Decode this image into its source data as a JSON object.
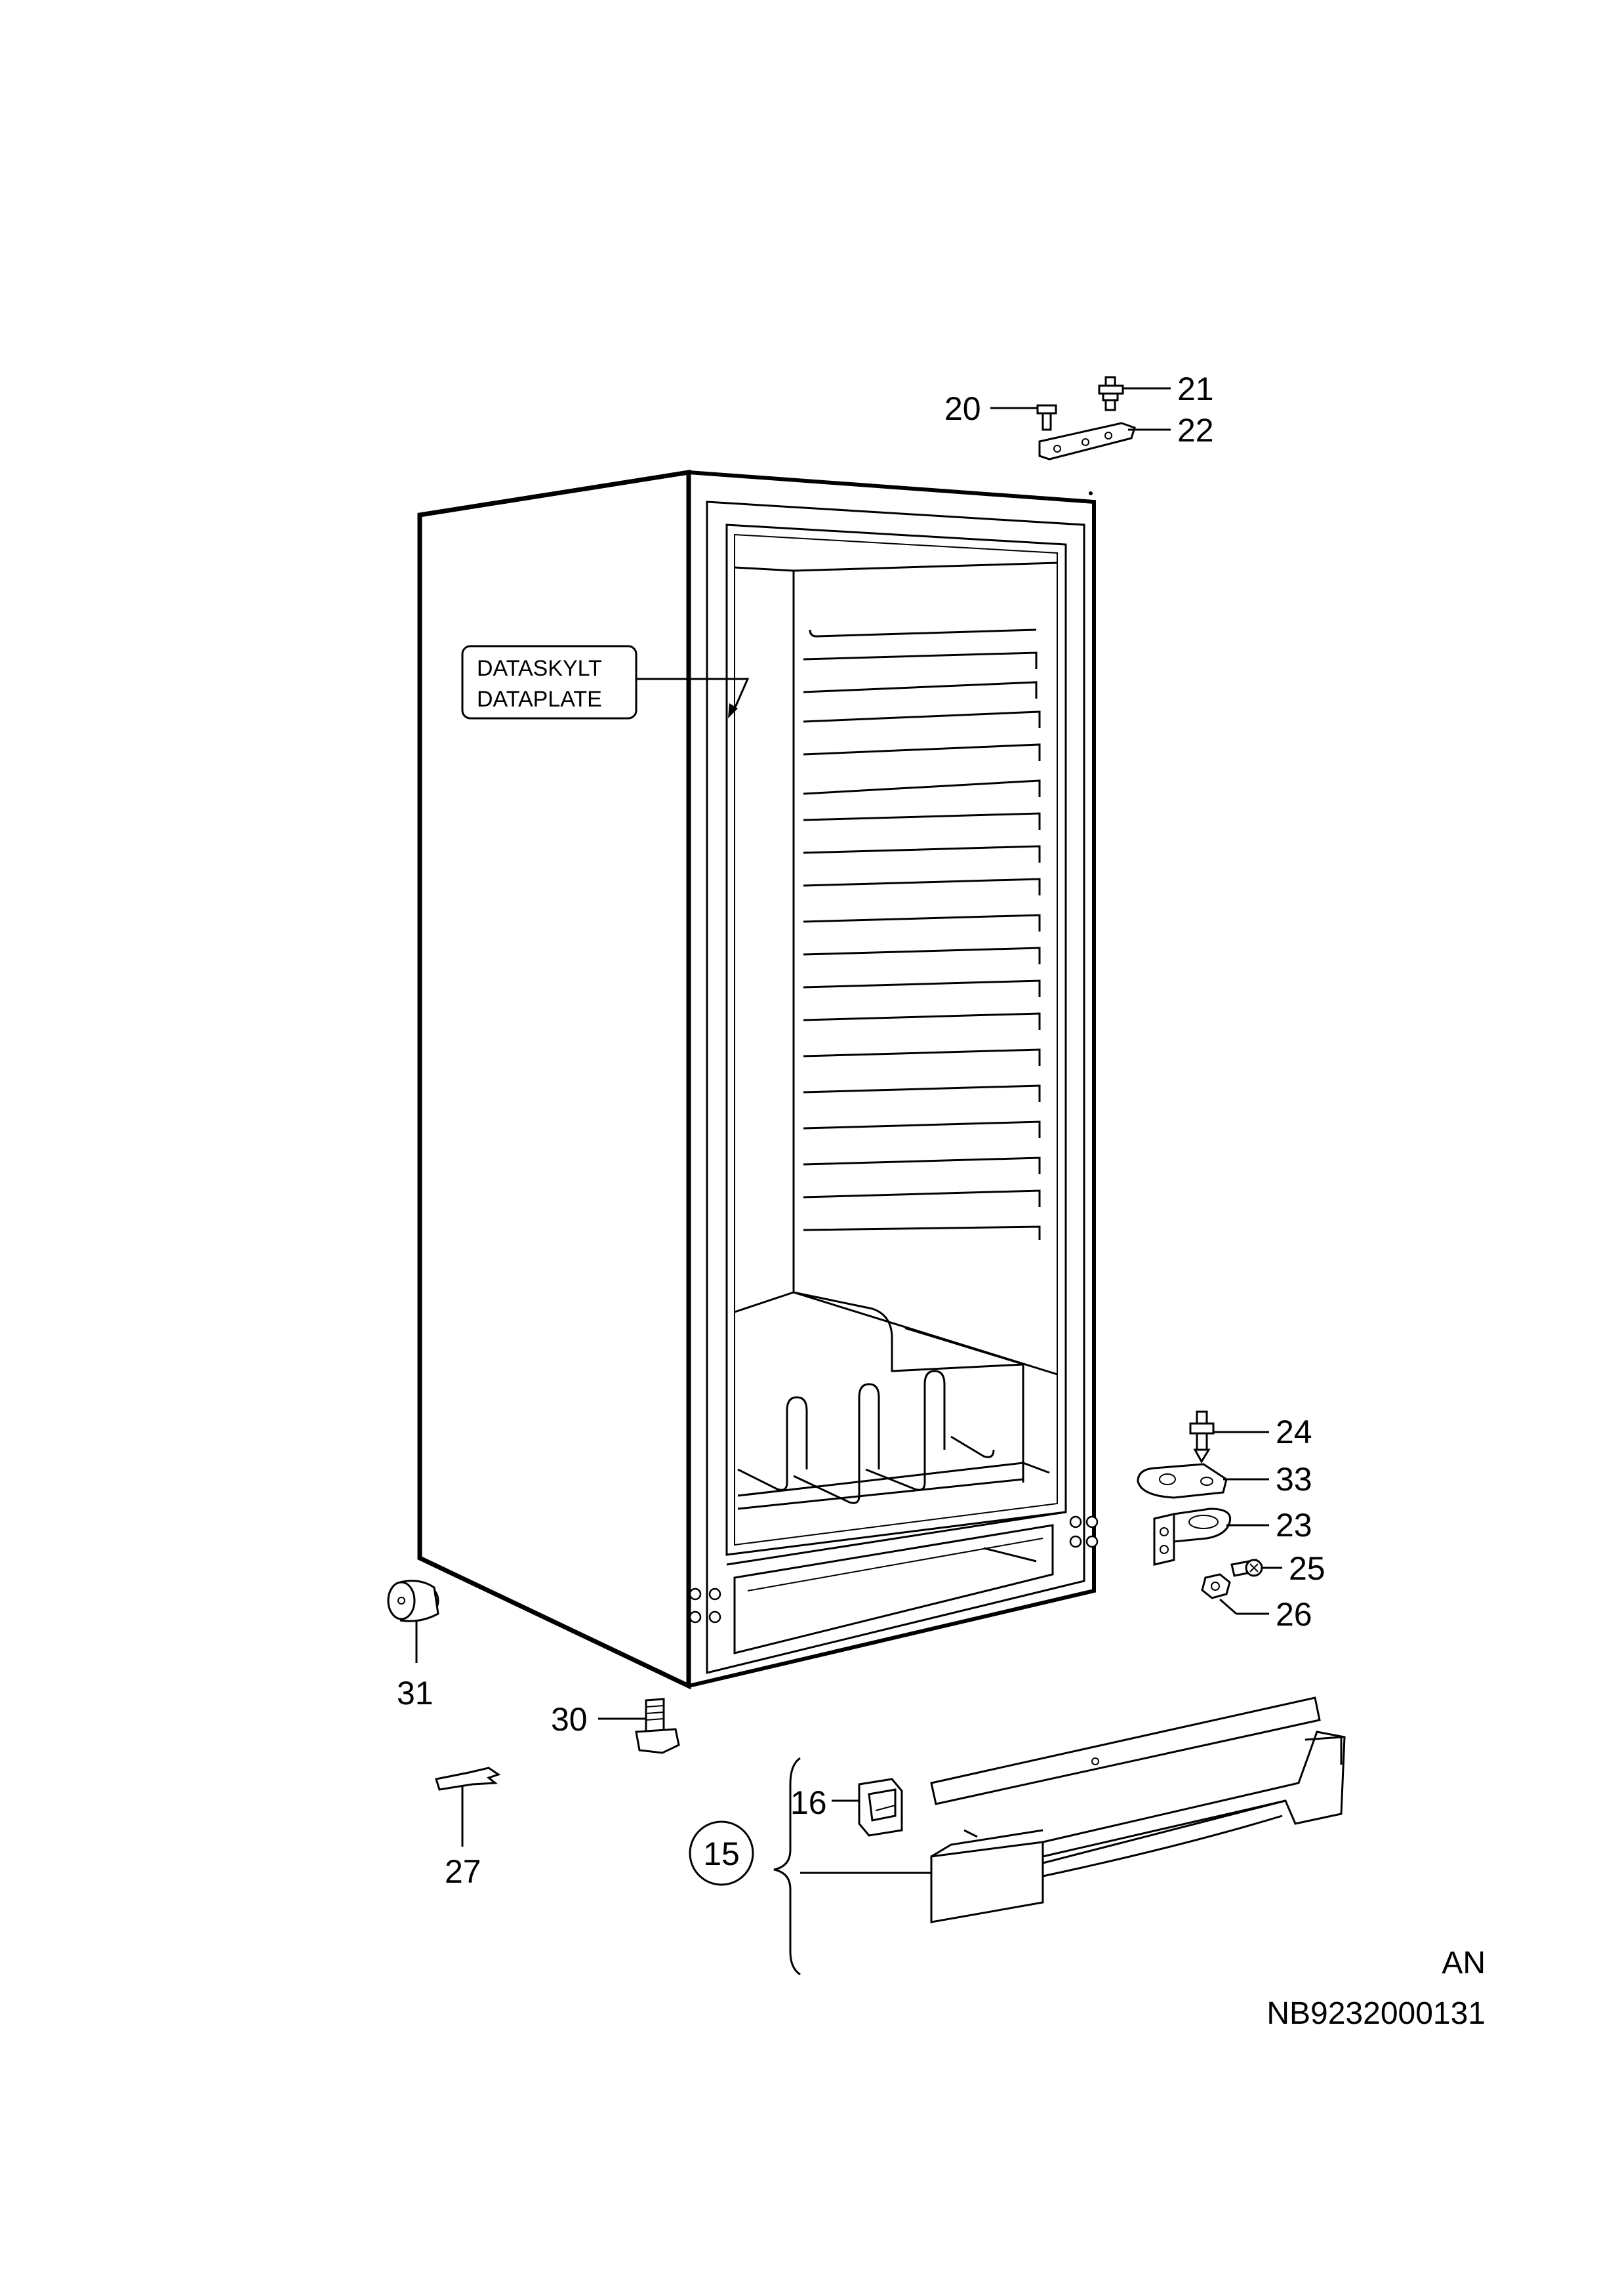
{
  "labels": {
    "p20": "20",
    "p21": "21",
    "p22": "22",
    "p24": "24",
    "p33": "33",
    "p23": "23",
    "p25": "25",
    "p26": "26",
    "p31": "31",
    "p30": "30",
    "p16": "16",
    "p15": "15",
    "p27": "27"
  },
  "dataplate_box": {
    "line1": "DATASKYLT",
    "line2": "DATAPLATE"
  },
  "footer": {
    "code": "AN",
    "drawing_number": "NB9232000131"
  }
}
